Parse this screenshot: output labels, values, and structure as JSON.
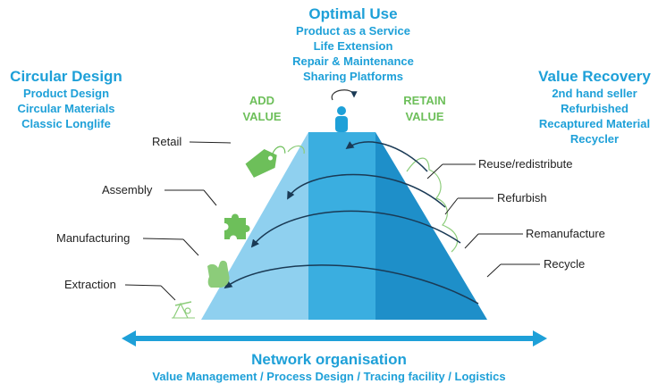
{
  "optimal_use": {
    "title": "Optimal Use",
    "items": [
      "Product as a Service",
      "Life Extension",
      "Repair & Maintenance",
      "Sharing Platforms"
    ]
  },
  "circular_design": {
    "title": "Circular Design",
    "items": [
      "Product Design",
      "Circular Materials",
      "Classic Longlife"
    ]
  },
  "value_recovery": {
    "title": "Value Recovery",
    "items": [
      "2nd hand seller",
      "Refurbished",
      "Recaptured Material",
      "Recycler"
    ]
  },
  "add_value": {
    "line1": "ADD",
    "line2": "VALUE"
  },
  "retain_value": {
    "line1": "RETAIN",
    "line2": "VALUE"
  },
  "left_stages": [
    "Retail",
    "Assembly",
    "Manufacturing",
    "Extraction"
  ],
  "right_loops": [
    "Reuse/redistribute",
    "Refurbish",
    "Remanufacture",
    "Recycle"
  ],
  "network": {
    "title": "Network organisation",
    "subtitle": "Value Management / Process Design / Tracing facility / Logistics"
  },
  "colors": {
    "title_blue": "#1ea0d8",
    "green": "#6dbf5a",
    "pyramid_left": "#8fd0ef",
    "pyramid_mid": "#3aaee0",
    "pyramid_right": "#1e8fc9",
    "arrow": "#1a3a55"
  },
  "icons": [
    "tag-icon",
    "puzzle-icon",
    "glove-icon",
    "oil-pump-icon",
    "person-icon"
  ]
}
